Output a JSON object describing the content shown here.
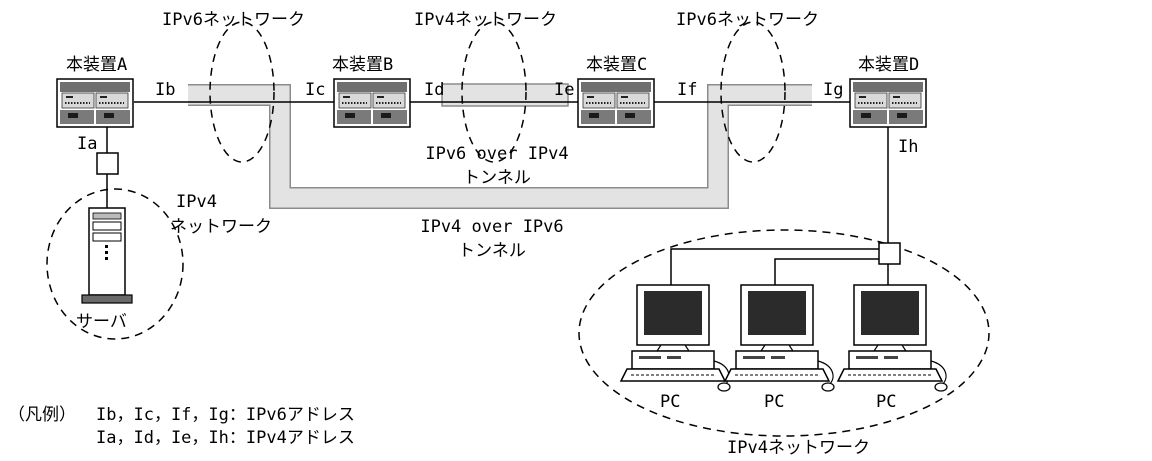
{
  "networks": {
    "ipv6_left": "IPv6ネットワーク",
    "ipv4_mid": "IPv4ネットワーク",
    "ipv6_right": "IPv6ネットワーク",
    "ipv4_server_line1": "IPv4",
    "ipv4_server_line2": "ネットワーク",
    "ipv4_pc": "IPv4ネットワーク"
  },
  "devices": {
    "a": "本装置A",
    "b": "本装置B",
    "c": "本装置C",
    "d": "本装置D"
  },
  "interfaces": {
    "ia": "Ia",
    "ib": "Ib",
    "ic": "Ic",
    "id": "Id",
    "ie": "Ie",
    "if": "If",
    "ig": "Ig",
    "ih": "Ih"
  },
  "tunnels": {
    "v6_over_v4_line1": "IPv6 over IPv4",
    "v6_over_v4_line2": "トンネル",
    "v4_over_v6_line1": "IPv4 over IPv6",
    "v4_over_v6_line2": "トンネル"
  },
  "hosts": {
    "server": "サーバ",
    "pc1": "PC",
    "pc2": "PC",
    "pc3": "PC"
  },
  "legend": {
    "title": "（凡例）",
    "row1": "Ib，Ic，If，Ig：IPv6アドレス",
    "row2": "Ia，Id，Ie，Ih：IPv4アドレス"
  }
}
